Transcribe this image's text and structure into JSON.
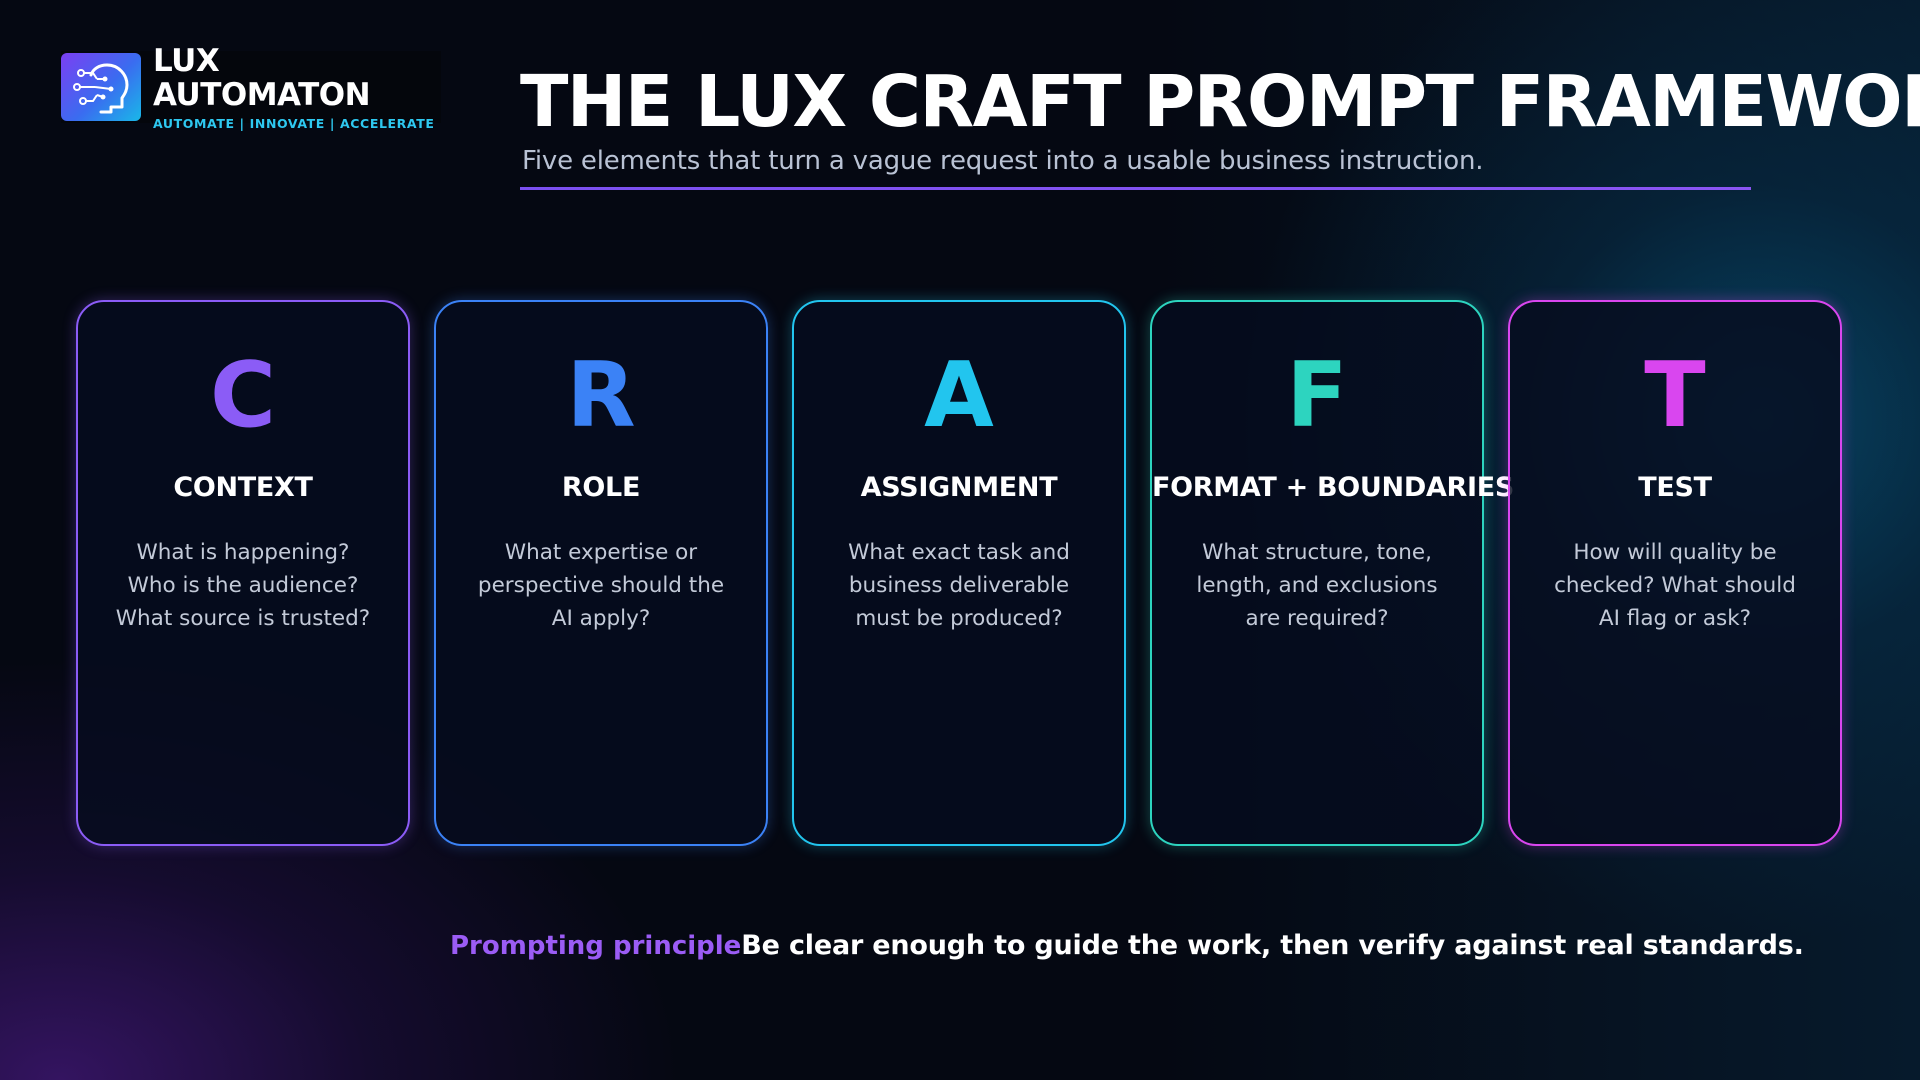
{
  "logo": {
    "name": "LUX AUTOMATON",
    "tagline": "AUTOMATE | INNOVATE | ACCELERATE"
  },
  "title": "THE LUX CRAFT PROMPT FRAMEWORK",
  "subtitle": "Five elements that turn a vague request into a usable business instruction.",
  "cards": [
    {
      "letter": "C",
      "title": "CONTEXT",
      "lines": [
        "What is happening?",
        "Who is the audience?",
        "What source is trusted?"
      ],
      "color": "#8b5cf6"
    },
    {
      "letter": "R",
      "title": "ROLE",
      "lines": [
        "What expertise or",
        "perspective should the",
        "AI apply?"
      ],
      "color": "#3b82f6"
    },
    {
      "letter": "A",
      "title": "ASSIGNMENT",
      "lines": [
        "What exact task and",
        "business deliverable",
        "must be produced?"
      ],
      "color": "#22c5ee"
    },
    {
      "letter": "F",
      "title": "FORMAT + BOUNDARIES",
      "lines": [
        "What structure, tone,",
        "length, and exclusions",
        "are required?"
      ],
      "color": "#2dd4bf"
    },
    {
      "letter": "T",
      "title": "TEST",
      "lines": [
        "How will quality be",
        "checked? What should",
        "AI flag or ask?"
      ],
      "color": "#d946ef"
    }
  ],
  "principle": {
    "label": "Prompting principle",
    "text": "Be clear enough to guide the work, then verify against real standards."
  }
}
